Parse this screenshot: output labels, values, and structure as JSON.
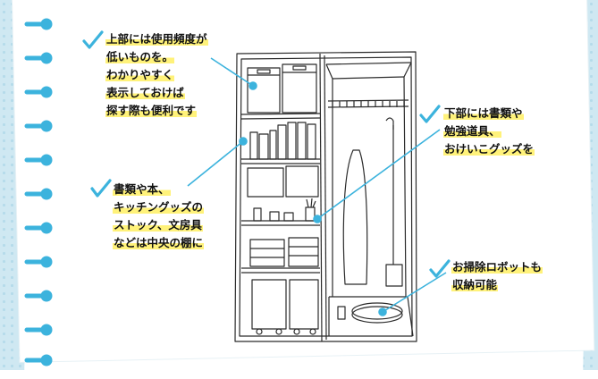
{
  "callouts": {
    "top": {
      "lines": [
        "上部には使用頻度が",
        "低いものを。",
        "わかりやすく",
        "表示しておけば",
        "探す際も便利です"
      ]
    },
    "middle": {
      "lines": [
        "書類や本、",
        "キッチングッズの",
        "ストック、文房具",
        "などは中央の棚に"
      ]
    },
    "lower": {
      "lines": [
        "下部には書類や",
        "勉強道具、",
        "おけいこグッズを"
      ]
    },
    "robot": {
      "lines": [
        "お掃除ロボットも",
        "収納可能"
      ]
    }
  },
  "colors": {
    "accent": "#3cb3dd",
    "highlight": "#fff27a",
    "background": "#cfe8f2"
  },
  "icons": [
    "check-icon",
    "ring-binder-icon"
  ]
}
